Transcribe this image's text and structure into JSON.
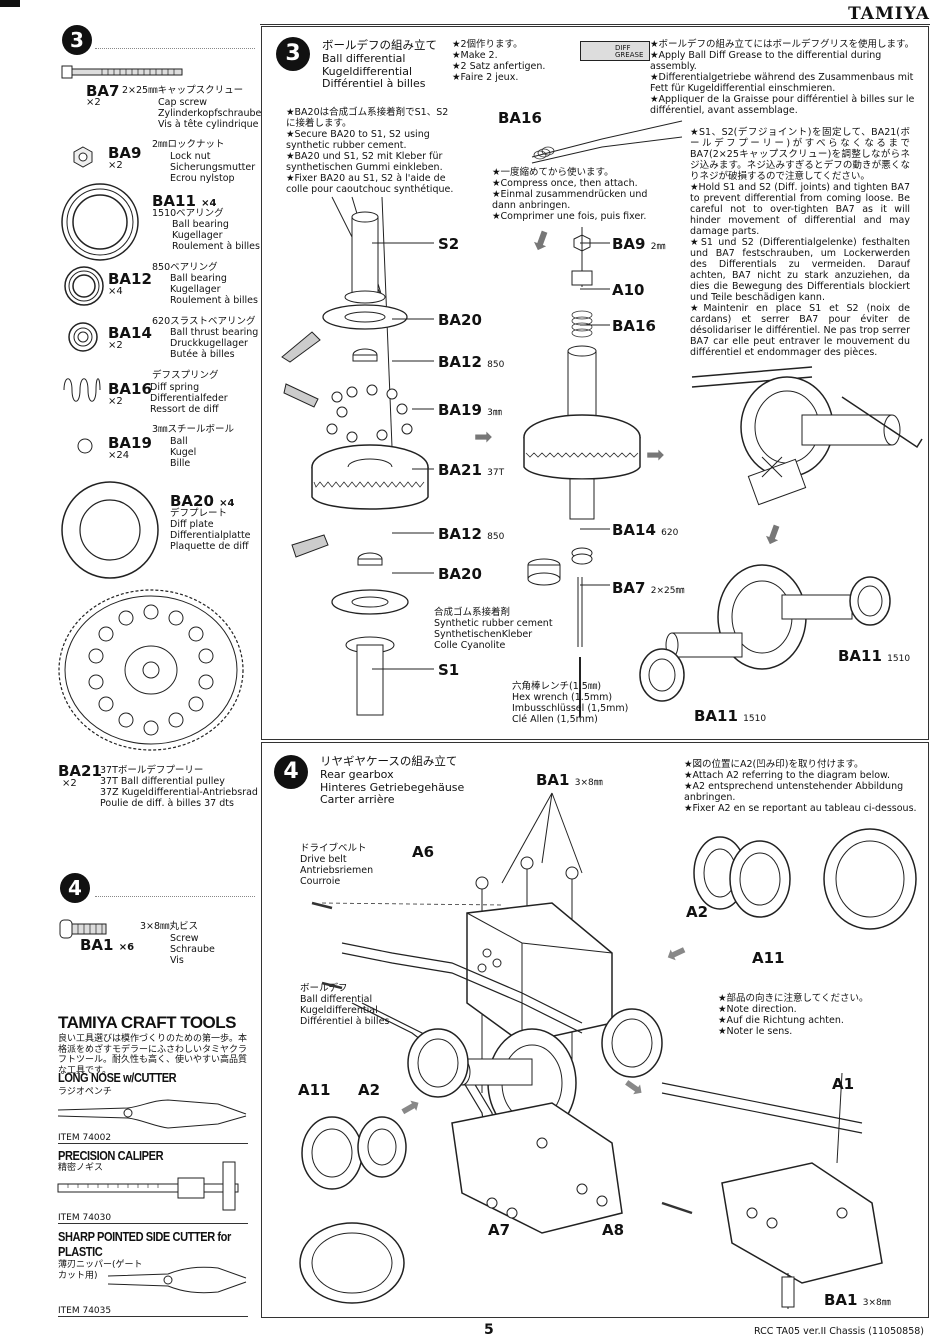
{
  "header": {
    "brand": "TAMIYA"
  },
  "left": {
    "step3_number": "3",
    "parts3": [
      {
        "code": "BA7",
        "qty": "×2",
        "jp": "2×25㎜キャップスクリュー",
        "desc": [
          "Cap screw",
          "Zylinderkopfschraube",
          "Vis à tête cylindrique"
        ],
        "icon": "cap-screw-icon"
      },
      {
        "code": "BA9",
        "qty": "×2",
        "jp": "2㎜ロックナット",
        "desc": [
          "Lock nut",
          "Sicherungsmutter",
          "Ecrou nylstop"
        ],
        "icon": "lock-nut-icon"
      },
      {
        "code": "BA11",
        "qty": "×4",
        "jp": "1510ベアリング",
        "desc": [
          "Ball bearing",
          "Kugellager",
          "Roulement à billes"
        ],
        "icon": "ball-bearing-icon"
      },
      {
        "code": "BA12",
        "qty": "×4",
        "jp": "850ベアリング",
        "desc": [
          "Ball bearing",
          "Kugellager",
          "Roulement à billes"
        ],
        "icon": "ball-bearing-icon"
      },
      {
        "code": "BA14",
        "qty": "×2",
        "jp": "620スラストベアリング",
        "desc": [
          "Ball thrust bearing",
          "Druckkugellager",
          "Butée à billes"
        ],
        "icon": "thrust-bearing-icon"
      },
      {
        "code": "BA16",
        "qty": "×2",
        "jp": "デフスプリング",
        "desc": [
          "Diff spring",
          "Differentialfeder",
          "Ressort de diff"
        ],
        "icon": "spring-icon"
      },
      {
        "code": "BA19",
        "qty": "×24",
        "jp": "3㎜スチールボール",
        "desc": [
          "Ball",
          "Kugel",
          "Bille"
        ],
        "icon": "ball-icon"
      },
      {
        "code": "BA20",
        "qty": "×4",
        "jp": "デフプレート",
        "desc": [
          "Diff plate",
          "Differentialplatte",
          "Plaquette de diff"
        ],
        "icon": "diff-plate-icon"
      }
    ],
    "pulley": {
      "code": "BA21",
      "qty": "×2",
      "desc": [
        "37Tボールデフプーリー",
        "37T Ball differential pulley",
        "37Z Kugeldifferential-Antriebsrad",
        "Poulie de diff. à billes 37 dts"
      ]
    },
    "step4_number": "4",
    "parts4": [
      {
        "code": "BA1",
        "qty": "×6",
        "jp": "3×8㎜丸ビス",
        "desc": [
          "Screw",
          "Schraube",
          "Vis"
        ],
        "icon": "screw-icon"
      }
    ],
    "tools": {
      "logo": "TAMIYA CRAFT TOOLS",
      "tagline": "良い工具選びは模作づくりのための第一歩。本格派をめざすモデラーにふさわしいタミヤクラフトツール。耐久性も高く、使いやすい高品質な工具です。",
      "items": [
        {
          "name": "LONG NOSE w/CUTTER",
          "jp": "ラジオペンチ",
          "item": "ITEM 74002"
        },
        {
          "name": "PRECISION CALIPER",
          "jp": "精密ノギス",
          "item": "ITEM 74030"
        },
        {
          "name": "SHARP POINTED SIDE CUTTER for PLASTIC",
          "jp": "薄刃ニッパー(ゲートカット用)",
          "item": "ITEM 74035"
        }
      ]
    }
  },
  "step3": {
    "number": "3",
    "title": [
      "ボールデフの組み立て",
      "Ball differential",
      "Kugeldifferential",
      "Différentiel à billes"
    ],
    "make": [
      "★2個作ります。",
      "★Make 2.",
      "★2 Satz anfertigen.",
      "★Faire 2 jeux."
    ],
    "grease_label": "DIFF GREASE",
    "grease_note": [
      "★ボールデフの組み立てにはボールデフグリスを使用します。",
      "★Apply Ball Diff Grease to the differential during assembly.",
      "★Differentialgetriebe während des Zusammenbaus mit Fett für Kugeldifferential einschmieren.",
      "★Appliquer de la Graisse pour différentiel à billes sur le différentiel, avant assemblage."
    ],
    "glue_note": [
      "★BA20は合成ゴム系接着剤でS1、S2に接着します。",
      "★Secure BA20 to S1, S2 using synthetic rubber cement.",
      "★BA20 und S1, S2 mit Kleber für synthetischen Gummi einkleben.",
      "★Fixer BA20 au S1, S2 à l'aide de colle pour caoutchouc synthétique."
    ],
    "compress_note": [
      "★一度縮めてから使います。",
      "★Compress once, then attach.",
      "★Einmal zusammendrücken und dann anbringen.",
      "★Comprimer une fois, puis fixer."
    ],
    "tighten_note": [
      "★S1、S2(デフジョイント)を固定して、BA21(ボールデフプーリー)がすべらなくなるまでBA7(2×25キャップスクリュー)を調整しながらネジ込みます。ネジ込みすぎるとデフの動きが悪くなりネジが破損するので注意してください。",
      "★Hold S1 and S2 (Diff. joints) and tighten BA7 to prevent differential from coming loose. Be careful not to over-tighten BA7 as it will hinder movement of differential and may damage parts.",
      "★S1 und S2 (Differentialgelenke) festhalten und BA7 festschrauben, um Lockerwerden des Differentials zu vermeiden. Darauf achten, BA7 nicht zu stark anzuziehen, da dies die Bewegung des Differentials blockiert und Teile beschädigen kann.",
      "★Maintenir en place S1 et S2 (noix de cardans) et serrer BA7 pour éviter de désolidariser le différentiel. Ne pas trop serrer BA7 car elle peut entraver le mouvement du différentiel et endommager des pièces."
    ],
    "callouts": {
      "s2": "S2",
      "ba20a": "BA20",
      "ba12a": "BA12",
      "ba12a_sz": "850",
      "ba19": "BA19",
      "ba19_sz": "3㎜",
      "ba21": "BA21",
      "ba21_sz": "37T",
      "ba12b": "BA12",
      "ba12b_sz": "850",
      "ba20b": "BA20",
      "s1": "S1",
      "ba16_top": "BA16",
      "ba9": "BA9",
      "ba9_sz": "2㎜",
      "a10": "A10",
      "ba16": "BA16",
      "ba14": "BA14",
      "ba14_sz": "620",
      "ba7": "BA7",
      "ba7_sz": "2×25㎜",
      "ba11a": "BA11",
      "ba11a_sz": "1510",
      "ba11b": "BA11",
      "ba11b_sz": "1510"
    },
    "cement": [
      "合成ゴム系接着剤",
      "Synthetic rubber cement",
      "SynthetischenKleber",
      "Colle Cyanolite"
    ],
    "hexwrench": [
      "六角棒レンチ(1.5㎜)",
      "Hex wrench (1.5mm)",
      "Imbusschlüssel (1,5mm)",
      "Clé Allen (1,5mm)"
    ]
  },
  "step4": {
    "number": "4",
    "title": [
      "リヤギヤケースの組み立て",
      "Rear gearbox",
      "Hinteres Getriebegehäuse",
      "Carter arrière"
    ],
    "attach_note": [
      "★図の位置にA2(凹み印)を取り付けます。",
      "★Attach A2 referring to the diagram below.",
      "★A2 entsprechend untenstehender Abbildung anbringen.",
      "★Fixer A2 en se reportant au tableau ci-dessous."
    ],
    "direction_note": [
      "★部品の向きに注意してください。",
      "★Note direction.",
      "★Auf die Richtung achten.",
      "★Noter le sens."
    ],
    "belt": [
      "ドライブベルト",
      "Drive belt",
      "Antriebsriemen",
      "Courroie"
    ],
    "balldiff": [
      "ボールデフ",
      "Ball differential",
      "Kugeldifferential",
      "Différentiel à billes"
    ],
    "callouts": {
      "ba1_top": "BA1",
      "ba1_top_sz": "3×8㎜",
      "a6": "A6",
      "a2_right": "A2",
      "a11_right": "A11",
      "a11_left": "A11",
      "a2_left": "A2",
      "a7": "A7",
      "a8": "A8",
      "a1": "A1",
      "ba1_bot": "BA1",
      "ba1_bot_sz": "3×8㎜"
    }
  },
  "footer": {
    "page": "5",
    "model": "RCC TA05 ver.II Chassis (11050858)"
  }
}
